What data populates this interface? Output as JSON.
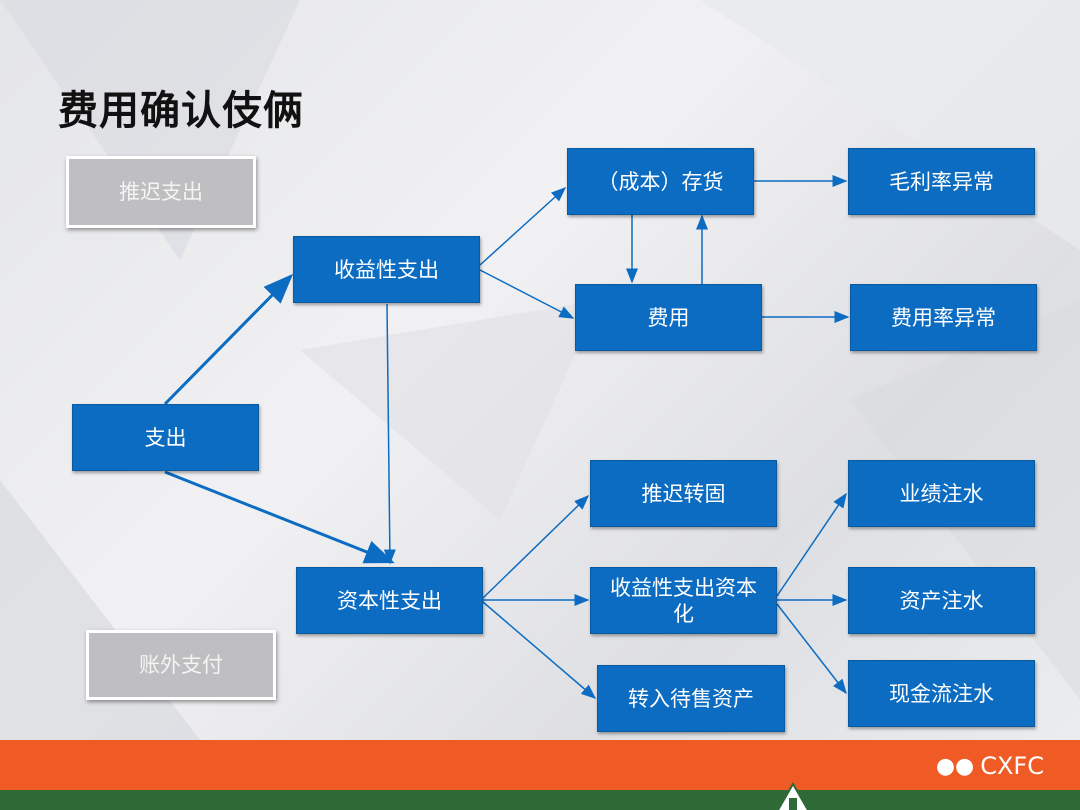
{
  "title": "费用确认伎俩",
  "nodes": {
    "defer_expense": "推迟支出",
    "revenue_expenditure": "收益性支出",
    "inventory": "（成本）存货",
    "gross_margin": "毛利率异常",
    "expense": "费用",
    "expense_ratio": "费用率异常",
    "expenditure": "支出",
    "defer_capitalization": "推迟转固",
    "performance_inflation": "业绩注水",
    "capital_expenditure": "资本性支出",
    "capitalize": "收益性支出资本化",
    "asset_inflation": "资产注水",
    "off_book": "账外支付",
    "held_for_sale": "转入待售资产",
    "cashflow_inflation": "现金流注水"
  },
  "footer": {
    "brand": "CXFC",
    "icon": "wechat-icon"
  },
  "colors": {
    "box": "#0b6cc2",
    "footer": "#f05a24",
    "green": "#2d6a35"
  }
}
